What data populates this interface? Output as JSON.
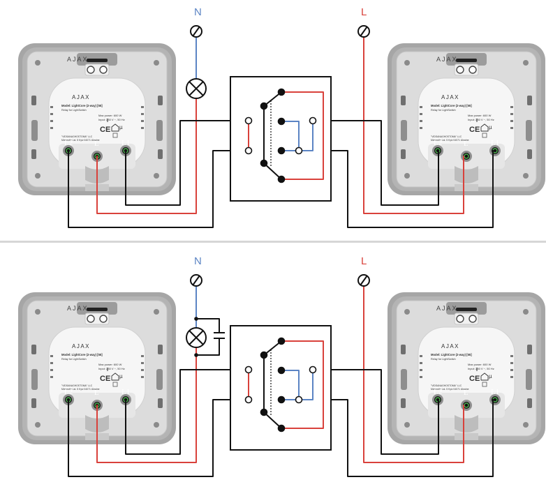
{
  "colors": {
    "neutral": "#5b84c4",
    "live": "#d9413b",
    "control": "#111111",
    "frame": "#a5a5a5",
    "frame_dark": "#8c8c8c",
    "plate": "#e9e9e9",
    "divider": "#d6d6d6"
  },
  "diagrams": [
    {
      "n_label": "N",
      "l_label": "L",
      "has_capacitor": false
    },
    {
      "n_label": "N",
      "l_label": "L",
      "has_capacitor": true
    }
  ],
  "device": {
    "brand": "AJAX",
    "module_brand": "AJAX",
    "model": "Model: LightCore (2-way) [55]",
    "subtitle": "Relay for LightSwitch",
    "max_power": "Max power: 600 W",
    "input": "Input: 230 V ~, 50 Hz",
    "manufacturer": "\"VIDSANAGHOSTOMA\" LLC",
    "address": "Mizunskiv Lst. 5 Kyiv 04071 Ukraine",
    "ce": "CE",
    "terminal_l2": "L2",
    "terminal_l": "L",
    "terminal_l1": "L1"
  }
}
